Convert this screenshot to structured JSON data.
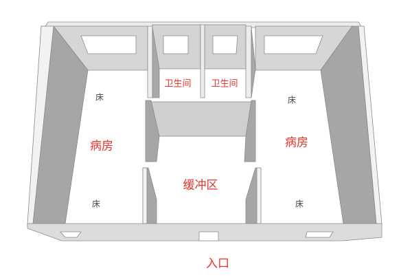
{
  "diagram": {
    "type": "3d-floor-plan",
    "colors": {
      "label_red": "#e8322b",
      "bed_label": "#444444",
      "wall_top": "#d9d9d9",
      "wall_shadow": "#a6a6a6",
      "wall_edge": "#8a8a8a",
      "floor": "#ffffff"
    },
    "rooms": {
      "left_ward": {
        "label": "病房",
        "bed_top": "床",
        "bed_bottom": "床"
      },
      "right_ward": {
        "label": "病房",
        "bed_top": "床",
        "bed_bottom": "床"
      },
      "left_bathroom": {
        "label": "卫生间"
      },
      "right_bathroom": {
        "label": "卫生间"
      },
      "buffer_zone": {
        "label": "缓冲区"
      }
    },
    "entrance": {
      "label": "入口"
    }
  }
}
